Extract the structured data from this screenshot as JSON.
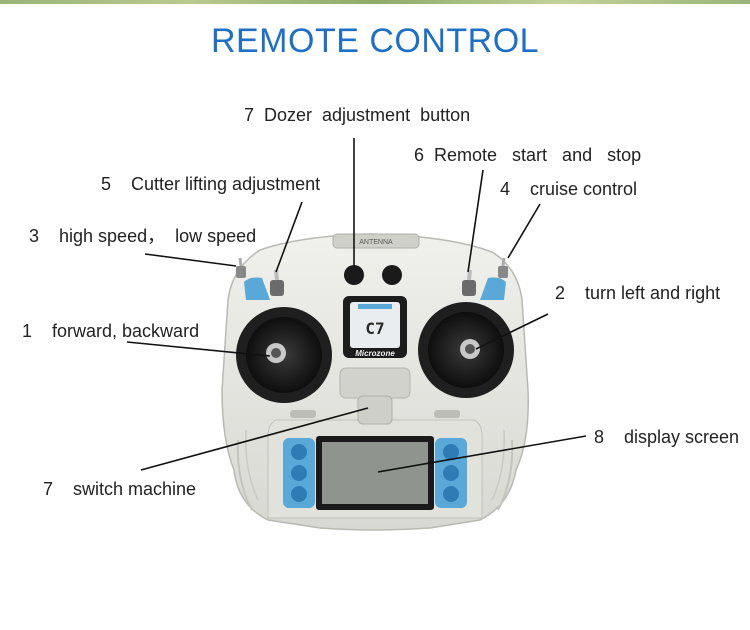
{
  "title": "REMOTE CONTROL",
  "colors": {
    "title": "#1f6fc4",
    "body": "#e6e6e2",
    "accent": "#5aa8d8"
  },
  "device": {
    "top_label": "ANTENNA",
    "screen_model": "C7",
    "brand": "Microzone"
  },
  "callouts": [
    {
      "id": "dozer",
      "text": "7  Dozer  adjustment  button"
    },
    {
      "id": "remote_start",
      "text": "6  Remote   start   and   stop"
    },
    {
      "id": "cutter",
      "text": "5    Cutter lifting adjustment"
    },
    {
      "id": "cruise",
      "text": "4    cruise control"
    },
    {
      "id": "speed",
      "text": "3    high speed，  low speed"
    },
    {
      "id": "turn",
      "text": "2    turn left and right"
    },
    {
      "id": "forward",
      "text": "1    forward, backward"
    },
    {
      "id": "display",
      "text": "8    display screen"
    },
    {
      "id": "switch",
      "text": "7    switch machine"
    }
  ]
}
